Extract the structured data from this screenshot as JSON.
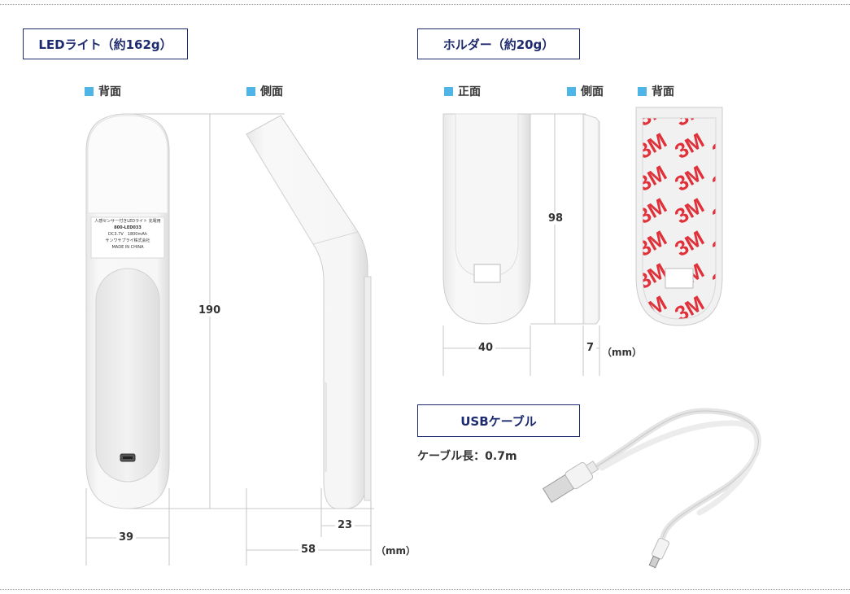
{
  "sections": {
    "led_light": {
      "title": "LEDライト（約162g）",
      "views": [
        "背面",
        "側面"
      ]
    },
    "holder": {
      "title": "ホルダー（約20g）",
      "views": [
        "正面",
        "側面",
        "背面"
      ]
    },
    "usb_cable": {
      "title": "USBケーブル",
      "length_label": "ケーブル長：0.7m"
    }
  },
  "dimensions": {
    "led_height": "190",
    "led_width": "39",
    "led_depth": "58",
    "led_base": "23",
    "holder_height": "98",
    "holder_width": "40",
    "holder_depth": "7",
    "unit": "（mm）"
  },
  "product_label": {
    "line1": "人感センサー付きLEDライト 充電用",
    "line2": "800-LED033",
    "line3": "DC3.7V　1800mAh",
    "line4": "サンワサプライ株式会社",
    "line5": "MADE IN CHINA"
  },
  "colors": {
    "title_border": "#1d2a6e",
    "marker": "#4fb5e6",
    "logo_red": "#e0303a"
  }
}
